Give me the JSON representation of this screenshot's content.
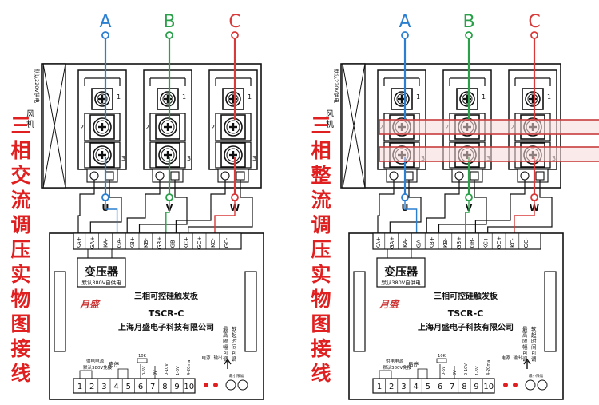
{
  "left_title": "三相交流调压实物图接线",
  "right_title": "三相整流调压实物图接线",
  "phases": [
    {
      "label": "A",
      "color": "#2b7fd0",
      "out": "U"
    },
    {
      "label": "B",
      "color": "#2aa04a",
      "out": "V"
    },
    {
      "label": "C",
      "color": "#d83a3a",
      "out": "W"
    }
  ],
  "module_terminals": [
    "1",
    "2",
    "3"
  ],
  "fan_label": "风机",
  "fan_note": "默认220V供电",
  "positive": "+",
  "negative": "-",
  "board": {
    "top_terminals": [
      "KA+",
      "GA+",
      "KA-",
      "GA-",
      "KB+",
      "KB-",
      "GB+",
      "GB-",
      "KC+",
      "GC+",
      "KC-",
      "GC-"
    ],
    "transformer": "变压器",
    "transformer_note": "默认380V自供电",
    "product": "三相可控硅触发板",
    "model": "TSCR-C",
    "company": "上海月盛电子科技有限公司",
    "logo": "月盛",
    "bottom_terminals": [
      "1",
      "2",
      "3",
      "4",
      "5",
      "6",
      "7",
      "8",
      "9",
      "10"
    ],
    "power_note_1": "供电电源",
    "power_note_2": "默认380V免接",
    "start_stop": "启停",
    "res_label": "10K",
    "sig_labels": [
      "0-5V",
      "0V",
      "0-10V",
      "1-5V",
      "4-20ma"
    ],
    "led_power": "电源",
    "led_output": "输出",
    "knob_1": "最高限幅可调",
    "knob_2": "软起时间可调",
    "knob_small": "最小限幅"
  }
}
